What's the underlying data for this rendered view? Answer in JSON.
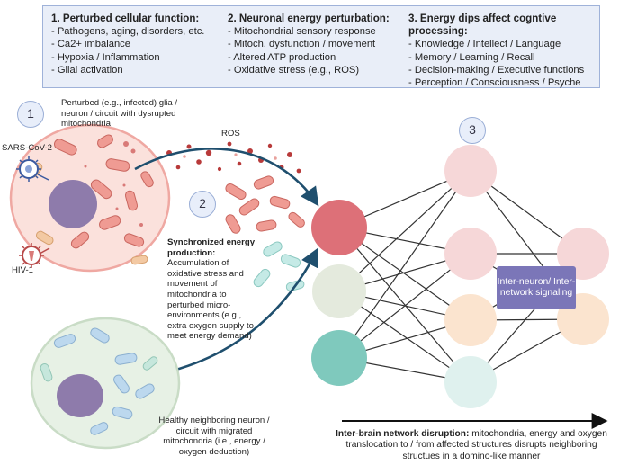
{
  "panel": {
    "columns": [
      {
        "heading": "1. Perturbed cellular function:",
        "items": [
          "- Pathogens, aging, disorders, etc.",
          "- Ca2+ imbalance",
          "- Hypoxia / Inflammation",
          "- Glial activation"
        ]
      },
      {
        "heading": "2. Neuronal energy perturbation:",
        "items": [
          "- Mitochondrial sensory response",
          "- Mitoch. dysfunction / movement",
          "- Altered ATP production",
          "- Oxidative stress (e.g., ROS)"
        ]
      },
      {
        "heading": "3. Energy dips affect cogntive processing:",
        "items": [
          "- Knowledge / Intellect / Language",
          "- Memory / Learning / Recall",
          "- Decision-making / Executive functions",
          "- Perception / Consciousness / Psyche"
        ]
      }
    ]
  },
  "steps": {
    "one": "1",
    "two": "2",
    "three": "3"
  },
  "labels": {
    "perturbed_cell": "Perturbed (e.g., infected) glia / neuron / circuit with dysrupted mitochondria",
    "sars": "SARS-CoV-2",
    "hiv": "HIV-1",
    "ros": "ROS",
    "sync_title": "Synchronized energy production:",
    "sync_body": "Accumulation of oxidative stress and movement of mitochondria to perturbed micro-environments (e.g., extra oxygen supply to meet energy demand)",
    "healthy_cell": "Healthy neighboring neuron / circuit with migrated mitochondria (i.e., energy / oxygen deduction)",
    "signaling": "Inter-neuron/ Inter-network signaling",
    "disruption_title": "Inter-brain network disruption:",
    "disruption_body": "mitochondria, energy and oxygen translocation to / from affected structures disrupts neighboring structues in a domino-like manner"
  },
  "colors": {
    "panel_bg": "#e9eef8",
    "cell_perturbed": "#fbe1dc",
    "cell_healthy": "#e7f1e5",
    "nucleus": "#8e7bab",
    "mitochondria": "#e6837e",
    "ros": "#b83a3a",
    "arrow": "#1f4f6e",
    "node_red": "#dd7078",
    "node_sage": "#e4eadd",
    "node_teal": "#7fc9bd",
    "node_pink": "#f6d7d8",
    "node_peach": "#fbe4cf",
    "node_mint": "#dff1ee",
    "signal_box": "#7b76b8"
  }
}
